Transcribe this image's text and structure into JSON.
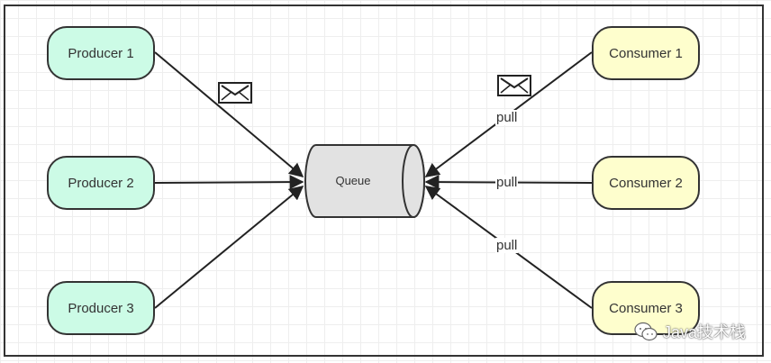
{
  "producers": [
    {
      "label": "Producer 1"
    },
    {
      "label": "Producer 2"
    },
    {
      "label": "Producer 3"
    }
  ],
  "consumers": [
    {
      "label": "Consumer 1"
    },
    {
      "label": "Consumer 2"
    },
    {
      "label": "Consumer 3"
    }
  ],
  "queue": {
    "label": "Queue"
  },
  "edge_labels": {
    "pull_1": "pull",
    "pull_2": "pull",
    "pull_3": "pull"
  },
  "icons": {
    "message": "envelope-icon",
    "brand": "wechat-icon"
  },
  "watermark": {
    "text": "Java技术栈"
  },
  "colors": {
    "producer_fill": "#ccfbe6",
    "consumer_fill": "#fefecd",
    "queue_fill": "#e2e2e2",
    "stroke": "#333333"
  }
}
